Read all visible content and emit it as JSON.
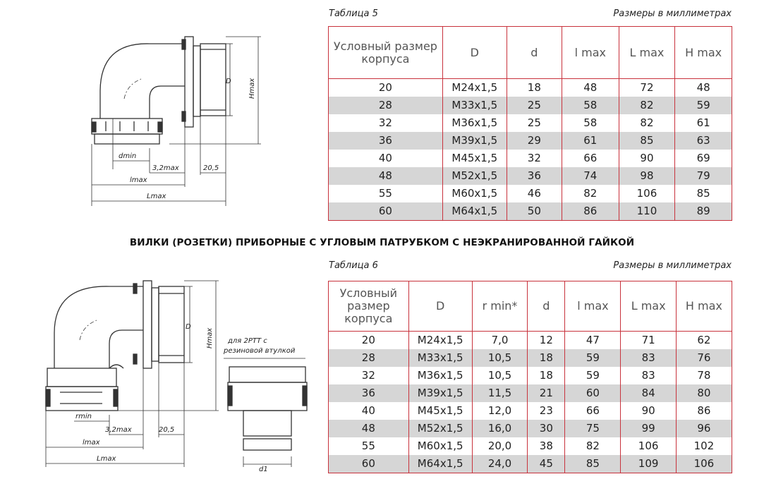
{
  "table5": {
    "title": "Таблица 5",
    "units": "Размеры в миллиметрах",
    "columns": [
      "Условный размер корпуса",
      "D",
      "d",
      "l max",
      "L max",
      "H max"
    ],
    "rows": [
      [
        "20",
        "M24x1,5",
        "18",
        "48",
        "72",
        "48"
      ],
      [
        "28",
        "M33x1,5",
        "25",
        "58",
        "82",
        "59"
      ],
      [
        "32",
        "M36x1,5",
        "25",
        "58",
        "82",
        "61"
      ],
      [
        "36",
        "M39x1,5",
        "29",
        "61",
        "85",
        "63"
      ],
      [
        "40",
        "M45x1,5",
        "32",
        "66",
        "90",
        "69"
      ],
      [
        "48",
        "M52x1,5",
        "36",
        "74",
        "98",
        "79"
      ],
      [
        "55",
        "M60x1,5",
        "46",
        "82",
        "106",
        "85"
      ],
      [
        "60",
        "M64x1,5",
        "50",
        "86",
        "110",
        "89"
      ]
    ]
  },
  "section_heading": "ВИЛКИ (РОЗЕТКИ) ПРИБОРНЫЕ С УГЛОВЫМ ПАТРУБКОМ С НЕЭКРАНИРОВАННОЙ ГАЙКОЙ",
  "table6": {
    "title": "Таблица 6",
    "units": "Размеры в миллиметрах",
    "columns": [
      "Условный размер корпуса",
      "D",
      "r min*",
      "d",
      "l max",
      "L max",
      "H max"
    ],
    "rows": [
      [
        "20",
        "M24x1,5",
        "7,0",
        "12",
        "47",
        "71",
        "62"
      ],
      [
        "28",
        "M33x1,5",
        "10,5",
        "18",
        "59",
        "83",
        "76"
      ],
      [
        "32",
        "M36x1,5",
        "10,5",
        "18",
        "59",
        "83",
        "78"
      ],
      [
        "36",
        "M39x1,5",
        "11,5",
        "21",
        "60",
        "84",
        "80"
      ],
      [
        "40",
        "M45x1,5",
        "12,0",
        "23",
        "66",
        "90",
        "86"
      ],
      [
        "48",
        "M52x1,5",
        "16,0",
        "30",
        "75",
        "99",
        "96"
      ],
      [
        "55",
        "M60x1,5",
        "20,0",
        "38",
        "82",
        "106",
        "102"
      ],
      [
        "60",
        "M64x1,5",
        "24,0",
        "45",
        "85",
        "109",
        "106"
      ]
    ]
  },
  "drawing1": {
    "labels": {
      "D": "D",
      "Hmax": "Hmax",
      "dmin": "dmin",
      "gap": "3,2max",
      "offset": "20,5",
      "lmax": "lmax",
      "Lmax": "Lmax"
    }
  },
  "drawing2": {
    "labels": {
      "D": "D",
      "Hmax": "Hmax",
      "rmin": "rmin",
      "gap": "3,2max",
      "offset": "20,5",
      "lmax": "lmax",
      "Lmax": "Lmax",
      "d1": "d1",
      "note_line1": "для 2РТТ с",
      "note_line2": "резиновой втулкой"
    }
  },
  "colors": {
    "accent_border": "#c8323c",
    "row_shade": "#d6d6d6"
  }
}
